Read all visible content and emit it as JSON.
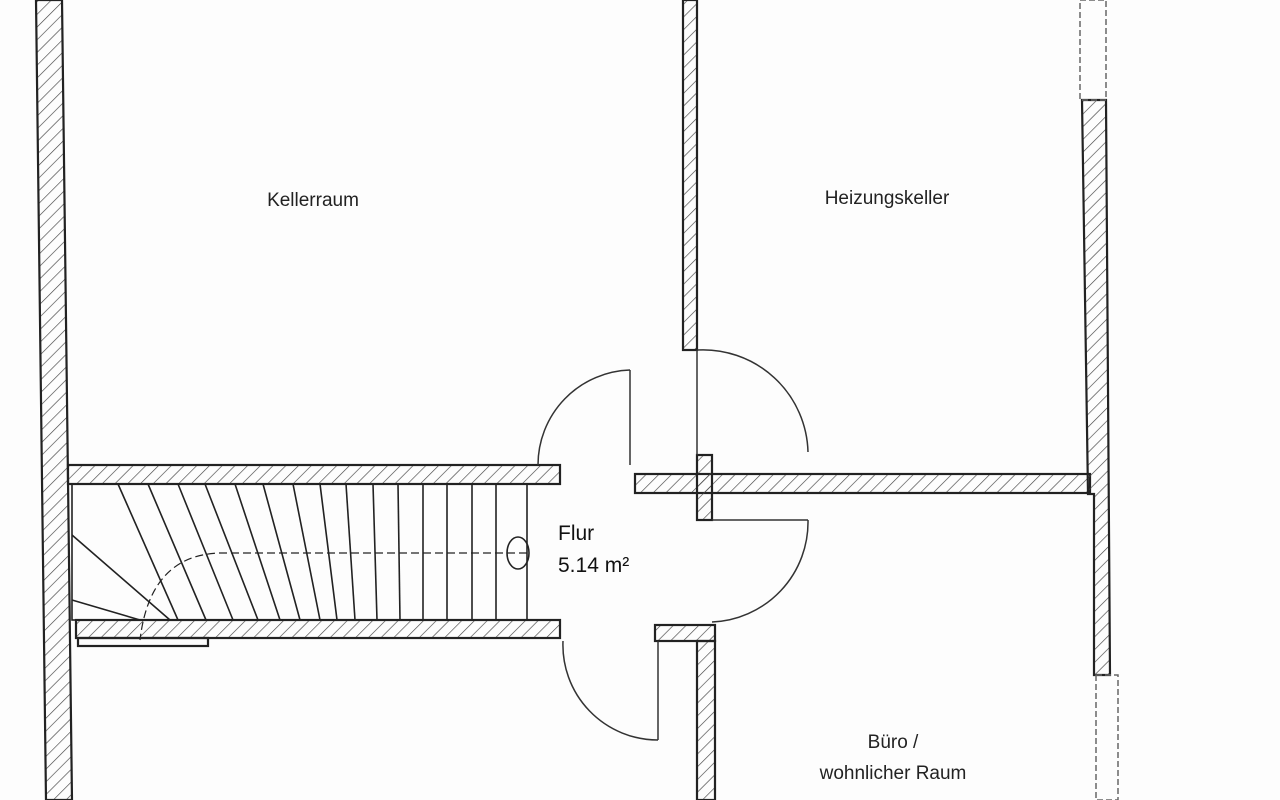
{
  "rooms": {
    "kellerraum": "Kellerraum",
    "heizungskeller": "Heizungskeller",
    "flur": {
      "name": "Flur",
      "area": "5.14 m²"
    },
    "buero": {
      "line1": "Büro /",
      "line2": "wohnlicher Raum"
    }
  },
  "colors": {
    "wall_line": "#222222",
    "hatch": "#444444",
    "background": "#fdfdfd"
  }
}
